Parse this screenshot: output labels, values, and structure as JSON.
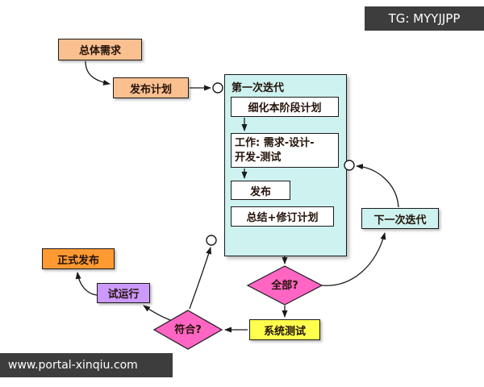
{
  "badges": {
    "tg": "TG: MYYJJPP",
    "site": "www.portal-xinqiu.com"
  },
  "nodes": {
    "overall_req": {
      "label": "总体需求"
    },
    "release_plan": {
      "label": "发布计划"
    },
    "iteration_panel": {
      "title": "第一次迭代"
    },
    "step_refine": {
      "label": "细化本阶段计划"
    },
    "step_work": {
      "label": "工作: 需求-设计-\n开发-测试"
    },
    "step_release": {
      "label": "发布"
    },
    "step_summary": {
      "label": "总结+修订计划"
    },
    "decision_all": {
      "label": "全部?"
    },
    "next_iteration": {
      "label": "下一次迭代"
    },
    "system_test": {
      "label": "系统测试"
    },
    "decision_pass": {
      "label": "符合?"
    },
    "trial_run": {
      "label": "试运行"
    },
    "official_release": {
      "label": "正式发布"
    }
  },
  "colors": {
    "orange_light": "#FAC090",
    "orange_bright": "#FF9A33",
    "cyan_panel": "#CDF2F0",
    "pink_diamond": "#FF66C4",
    "yellow_box": "#FFFF4D",
    "purple_box": "#CC99FF",
    "badge_bg": "#3D3D3D",
    "box_border": "#1A1A1A"
  }
}
